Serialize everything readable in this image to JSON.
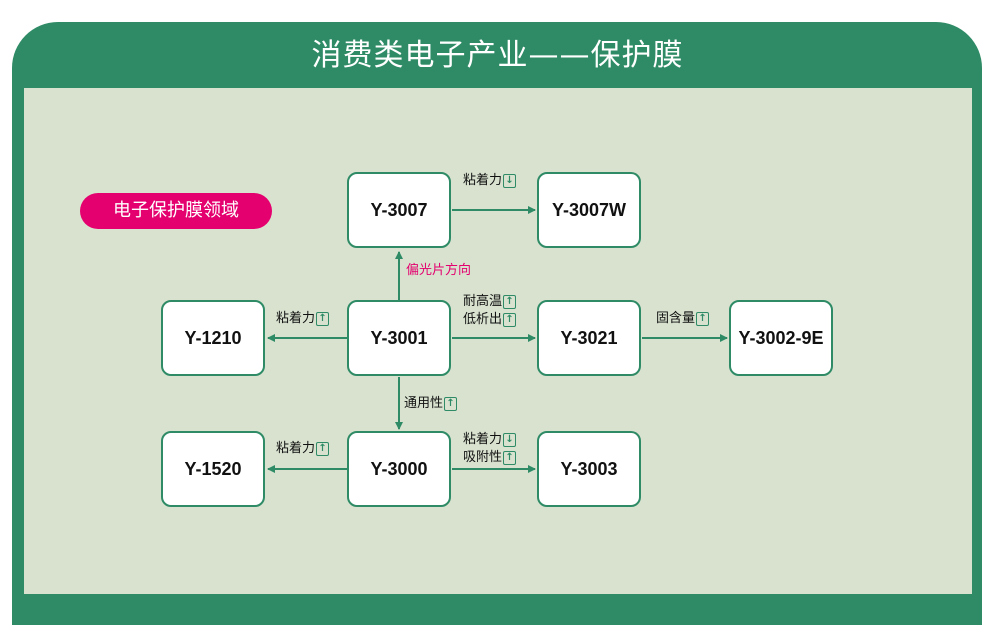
{
  "header": {
    "title": "消费类电子产业——保护膜"
  },
  "category": {
    "label": "电子保护膜领域"
  },
  "nodes": {
    "n3007": "Y-3007",
    "n3007w": "Y-3007W",
    "n1210": "Y-1210",
    "n3001": "Y-3001",
    "n3021": "Y-3021",
    "n3002": "Y-3002-9E",
    "n1520": "Y-1520",
    "n3000": "Y-3000",
    "n3003": "Y-3003"
  },
  "edges": {
    "e3007_3007w": {
      "text": "粘着力",
      "arrow": "down"
    },
    "e3001_3007": {
      "text": "偏光片方向"
    },
    "e3001_1210": {
      "text": "粘着力",
      "arrow": "up"
    },
    "e3001_3021_a": {
      "text": "耐高温",
      "arrow": "up"
    },
    "e3001_3021_b": {
      "text": "低析出",
      "arrow": "up"
    },
    "e3021_3002": {
      "text": "固含量",
      "arrow": "up"
    },
    "e3001_3000": {
      "text": "通用性",
      "arrow": "up"
    },
    "e3000_1520": {
      "text": "粘着力",
      "arrow": "up"
    },
    "e3000_3003_a": {
      "text": "粘着力",
      "arrow": "down"
    },
    "e3000_3003_b": {
      "text": "吸附性",
      "arrow": "up"
    }
  },
  "colors": {
    "frame": "#2e8b66",
    "panel": "#d8e2cf",
    "accent": "#e4006e"
  }
}
